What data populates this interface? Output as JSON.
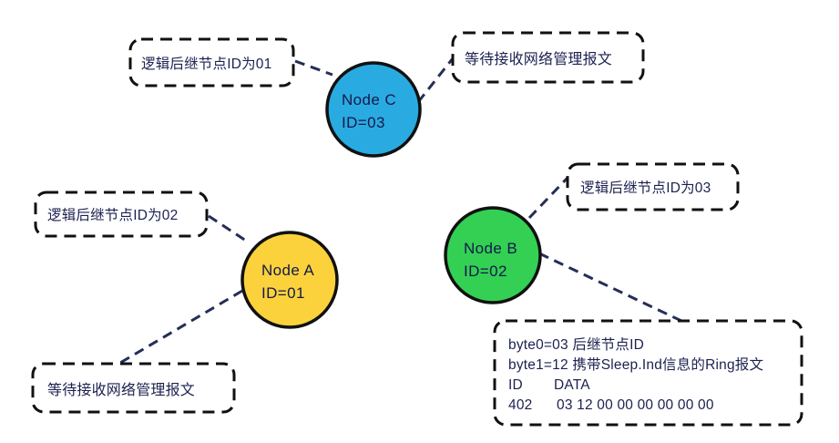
{
  "colors": {
    "background": "#FFFFFF",
    "text": "#1C2150",
    "connector": "#252E55",
    "box_border": "#111111",
    "node_border": "#111111"
  },
  "nodes": {
    "c": {
      "name": "Node C",
      "id": "ID=03",
      "fill": "#29ABE2"
    },
    "a": {
      "name": "Node A",
      "id": "ID=01",
      "fill": "#FBD23C"
    },
    "b": {
      "name": "Node B",
      "id": "ID=02",
      "fill": "#33D054"
    }
  },
  "annotations": {
    "node_c_successor": "逻辑后继节点ID为01",
    "node_c_waiting": "等待接收网络管理报文",
    "node_a_successor": "逻辑后继节点ID为02",
    "node_a_waiting": "等待接收网络管理报文",
    "node_b_successor": "逻辑后继节点ID为03"
  },
  "message_box": {
    "byte0_line": "byte0=03 后继节点ID",
    "byte1_line": "byte1=12 携带Sleep.Ind信息的Ring报文",
    "id_header": "ID",
    "data_header": "DATA",
    "id_value": "402",
    "data_value": "03 12 00 00 00 00 00 00"
  }
}
